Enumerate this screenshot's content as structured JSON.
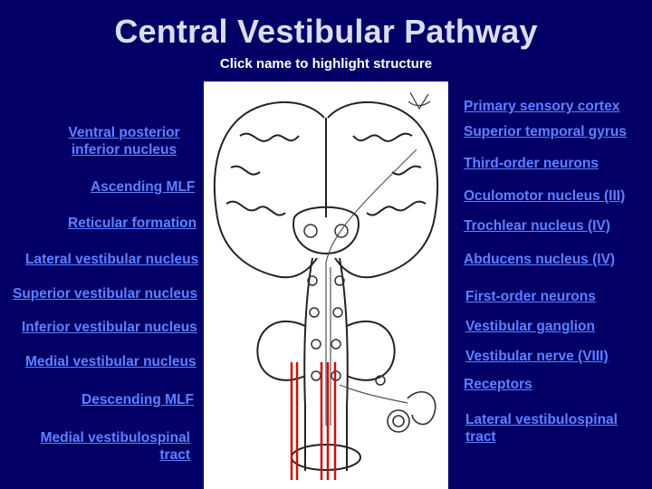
{
  "title": "Central Vestibular Pathway",
  "subtitle": "Click name to highlight structure",
  "left_labels": [
    {
      "id": "vpi",
      "line1": "Ventral posterior",
      "line2": "inferior nucleus"
    },
    {
      "id": "amlf",
      "text": "Ascending MLF"
    },
    {
      "id": "rf",
      "text": "Reticular formation"
    },
    {
      "id": "lvn",
      "text": "Lateral vestibular nucleus"
    },
    {
      "id": "svn",
      "text": "Superior vestibular nucleus"
    },
    {
      "id": "ivn",
      "text": "Inferior vestibular nucleus"
    },
    {
      "id": "mvn",
      "text": "Medial vestibular nucleus"
    },
    {
      "id": "dmlf",
      "text": "Descending MLF"
    },
    {
      "id": "mvst",
      "line1": "Medial vestibulospinal",
      "line2": "tract"
    }
  ],
  "right_labels": [
    {
      "id": "psc",
      "text": "Primary sensory cortex"
    },
    {
      "id": "stg",
      "text": "Superior temporal gyrus"
    },
    {
      "id": "ton",
      "text": "Third-order neurons"
    },
    {
      "id": "ocn",
      "text": "Oculomotor nucleus (III)"
    },
    {
      "id": "trn",
      "text": "Trochlear nucleus (IV)"
    },
    {
      "id": "abn",
      "text": "Abducens nucleus (IV)"
    },
    {
      "id": "fon",
      "text": "First-order neurons"
    },
    {
      "id": "vg",
      "text": "Vestibular ganglion"
    },
    {
      "id": "vn",
      "text": "Vestibular nerve (VIII)"
    },
    {
      "id": "rec",
      "text": "Receptors"
    },
    {
      "id": "lvst",
      "line1": "Lateral vestibulospinal",
      "line2": "tract"
    }
  ],
  "colors": {
    "background": "#020066",
    "title": "#dcdcf0",
    "link": "#5f80ff",
    "highlight": "#cc1010"
  }
}
